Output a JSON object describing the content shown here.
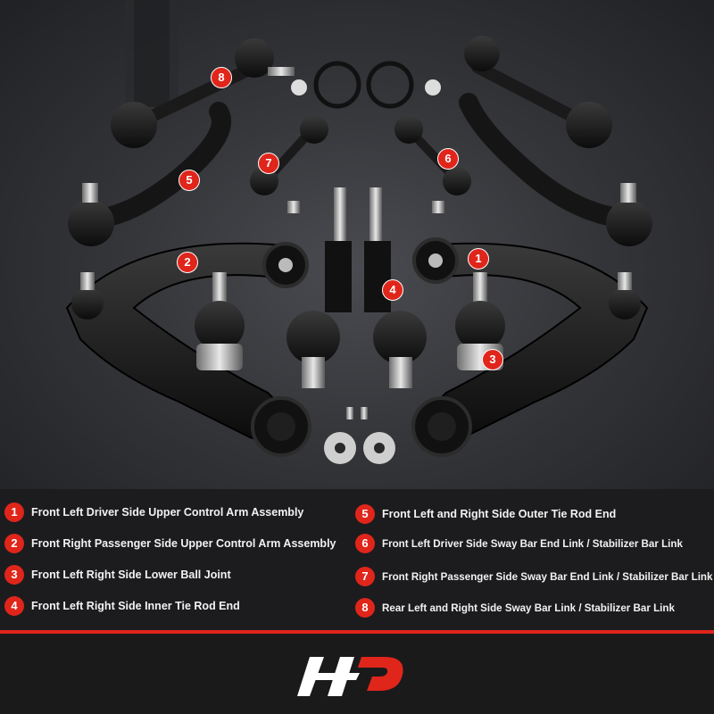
{
  "parts": [
    {
      "number": "1",
      "label": "Front Left Driver Side Upper Control Arm Assembly"
    },
    {
      "number": "2",
      "label": "Front Right Passenger Side Upper Control Arm Assembly"
    },
    {
      "number": "3",
      "label": "Front Left Right Side Lower Ball Joint"
    },
    {
      "number": "4",
      "label": "Front Left Right Side Inner Tie Rod End"
    },
    {
      "number": "5",
      "label": "Front Left and Right Side Outer Tie Rod End"
    },
    {
      "number": "6",
      "label": "Front Left Driver Side Sway Bar End Link / Stabilizer Bar Link"
    },
    {
      "number": "7",
      "label": "Front Right Passenger Side Sway Bar End Link / Stabilizer Bar Link"
    },
    {
      "number": "8",
      "label": "Rear Left and Right Side Sway Bar Link / Stabilizer Bar Link"
    }
  ],
  "colors": {
    "accent": "#e0251b",
    "background": "#1c1c1e",
    "text": "#f2f2f2"
  },
  "logo": {
    "name": "brand-logo"
  }
}
